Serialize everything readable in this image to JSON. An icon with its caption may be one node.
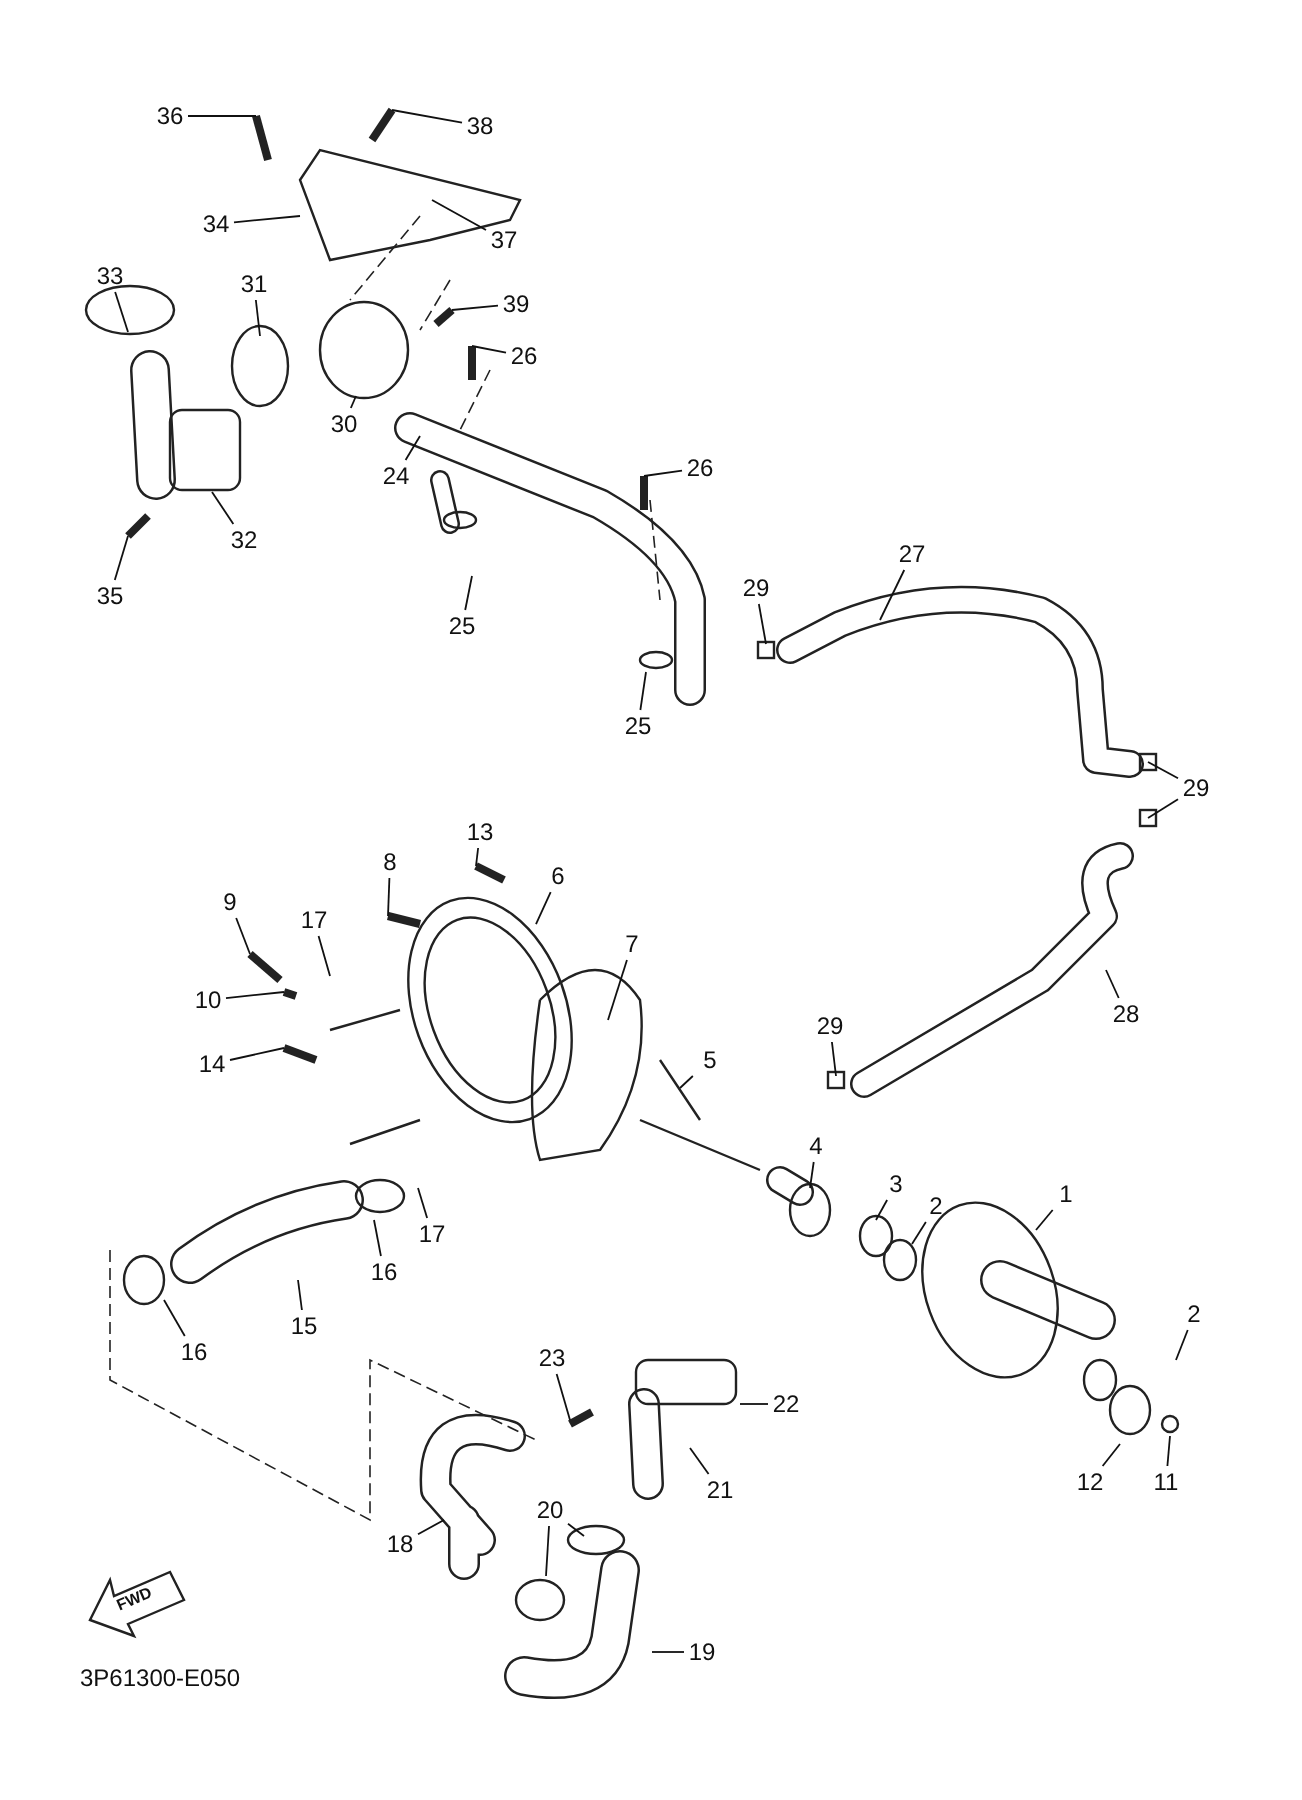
{
  "diagram": {
    "nodes": [
      {
        "text": [
          "36"
        ]
      },
      {
        "text": [
          "38"
        ]
      },
      {
        "text": [
          "37"
        ]
      },
      {
        "text": [
          "34"
        ]
      },
      {
        "text": [
          "33"
        ]
      },
      {
        "text": [
          "31"
        ]
      },
      {
        "text": [
          "39"
        ]
      },
      {
        "text": [
          "26"
        ]
      },
      {
        "text": [
          "30"
        ]
      },
      {
        "text": [
          "24"
        ]
      },
      {
        "text": [
          "32"
        ]
      },
      {
        "text": [
          "35"
        ]
      },
      {
        "text": [
          "26"
        ]
      },
      {
        "text": [
          "25"
        ]
      },
      {
        "text": [
          "27"
        ]
      },
      {
        "text": [
          "29"
        ]
      },
      {
        "text": [
          "25"
        ]
      },
      {
        "text": [
          "29"
        ]
      },
      {
        "text": [
          "13"
        ]
      },
      {
        "text": [
          "6"
        ]
      },
      {
        "text": [
          "8"
        ]
      },
      {
        "text": [
          "9"
        ]
      },
      {
        "text": [
          "7"
        ]
      },
      {
        "text": [
          "17"
        ]
      },
      {
        "text": [
          "10"
        ]
      },
      {
        "text": [
          "5"
        ]
      },
      {
        "text": [
          "14"
        ]
      },
      {
        "text": [
          "28"
        ]
      },
      {
        "text": [
          "29"
        ]
      },
      {
        "text": [
          "4"
        ]
      },
      {
        "text": [
          "3"
        ]
      },
      {
        "text": [
          "2"
        ]
      },
      {
        "text": [
          "1"
        ]
      },
      {
        "text": [
          "17"
        ]
      },
      {
        "text": [
          "16"
        ]
      },
      {
        "text": [
          "16"
        ]
      },
      {
        "text": [
          "15"
        ]
      },
      {
        "text": [
          "23"
        ]
      },
      {
        "text": [
          "22"
        ]
      },
      {
        "text": [
          "21"
        ]
      },
      {
        "text": [
          "2"
        ]
      },
      {
        "text": [
          "12"
        ]
      },
      {
        "text": [
          "11"
        ]
      },
      {
        "text": [
          "20"
        ]
      },
      {
        "text": [
          "18"
        ]
      },
      {
        "text": [
          "19"
        ]
      }
    ],
    "edges": [
      {
        "from": 0,
        "to": null,
        "arrow": "none"
      },
      {
        "from": 1,
        "to": null,
        "arrow": "none"
      },
      {
        "from": 2,
        "to": null,
        "arrow": "none"
      },
      {
        "from": 3,
        "to": null,
        "arrow": "none"
      },
      {
        "from": 4,
        "to": null,
        "arrow": "none"
      },
      {
        "from": 5,
        "to": null,
        "arrow": "none"
      },
      {
        "from": 6,
        "to": null,
        "arrow": "none"
      },
      {
        "from": 7,
        "to": null,
        "arrow": "none"
      },
      {
        "from": 8,
        "to": null,
        "arrow": "none"
      },
      {
        "from": 9,
        "to": null,
        "arrow": "none"
      },
      {
        "from": 10,
        "to": null,
        "arrow": "none"
      },
      {
        "from": 11,
        "to": null,
        "arrow": "none"
      },
      {
        "from": 12,
        "to": null,
        "arrow": "none"
      },
      {
        "from": 13,
        "to": null,
        "arrow": "none"
      },
      {
        "from": 14,
        "to": null,
        "arrow": "none"
      },
      {
        "from": 15,
        "to": null,
        "arrow": "none"
      },
      {
        "from": 16,
        "to": null,
        "arrow": "none"
      },
      {
        "from": 17,
        "to": null,
        "arrow": "none"
      },
      {
        "from": 17,
        "to": null,
        "arrow": "none"
      },
      {
        "from": 18,
        "to": null,
        "arrow": "none"
      },
      {
        "from": 19,
        "to": null,
        "arrow": "none"
      },
      {
        "from": 20,
        "to": null,
        "arrow": "none"
      },
      {
        "from": 21,
        "to": null,
        "arrow": "none"
      },
      {
        "from": 22,
        "to": null,
        "arrow": "none"
      },
      {
        "from": 23,
        "to": null,
        "arrow": "none"
      },
      {
        "from": 24,
        "to": null,
        "arrow": "none"
      },
      {
        "from": 25,
        "to": null,
        "arrow": "none"
      },
      {
        "from": 26,
        "to": null,
        "arrow": "none"
      },
      {
        "from": 27,
        "to": null,
        "arrow": "none"
      },
      {
        "from": 28,
        "to": null,
        "arrow": "none"
      },
      {
        "from": 29,
        "to": null,
        "arrow": "none"
      },
      {
        "from": 30,
        "to": null,
        "arrow": "none"
      },
      {
        "from": 31,
        "to": null,
        "arrow": "none"
      },
      {
        "from": 32,
        "to": null,
        "arrow": "none"
      },
      {
        "from": 33,
        "to": null,
        "arrow": "none"
      },
      {
        "from": 34,
        "to": null,
        "arrow": "none"
      },
      {
        "from": 35,
        "to": null,
        "arrow": "none"
      },
      {
        "from": 36,
        "to": null,
        "arrow": "none"
      },
      {
        "from": 37,
        "to": null,
        "arrow": "none"
      },
      {
        "from": 38,
        "to": null,
        "arrow": "none"
      },
      {
        "from": 39,
        "to": null,
        "arrow": "none"
      },
      {
        "from": 40,
        "to": null,
        "arrow": "none"
      },
      {
        "from": 41,
        "to": null,
        "arrow": "none"
      },
      {
        "from": 42,
        "to": null,
        "arrow": "none"
      },
      {
        "from": 43,
        "to": null,
        "arrow": "none"
      },
      {
        "from": 43,
        "to": null,
        "arrow": "none"
      },
      {
        "from": 44,
        "to": null,
        "arrow": "none"
      },
      {
        "from": 45,
        "to": null,
        "arrow": "none"
      }
    ],
    "labels": [
      "FWD",
      "3P61300-E050"
    ]
  }
}
